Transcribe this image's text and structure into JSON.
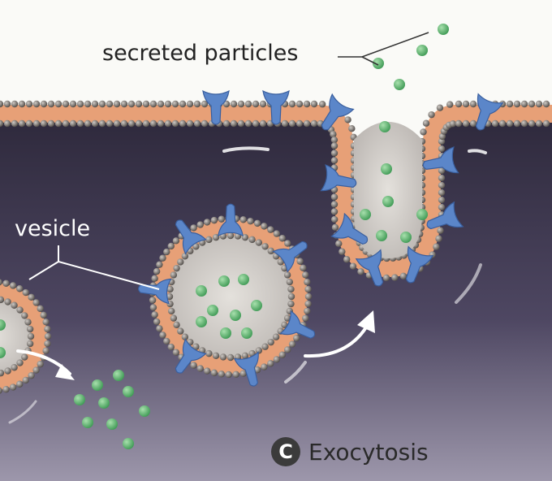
{
  "labels": {
    "secreted_particles": "secreted particles",
    "vesicle": "vesicle"
  },
  "caption": {
    "badge": "C",
    "title": "Exocytosis"
  },
  "colors": {
    "cytoplasm": "#514a63",
    "membrane_core": "#e7a077",
    "lipid_head": "#6f6a66",
    "protein": "#5b86c9",
    "particle": "#63b871",
    "vesicle_lumen": "#cfcbc6",
    "background": "#fafaf7"
  }
}
